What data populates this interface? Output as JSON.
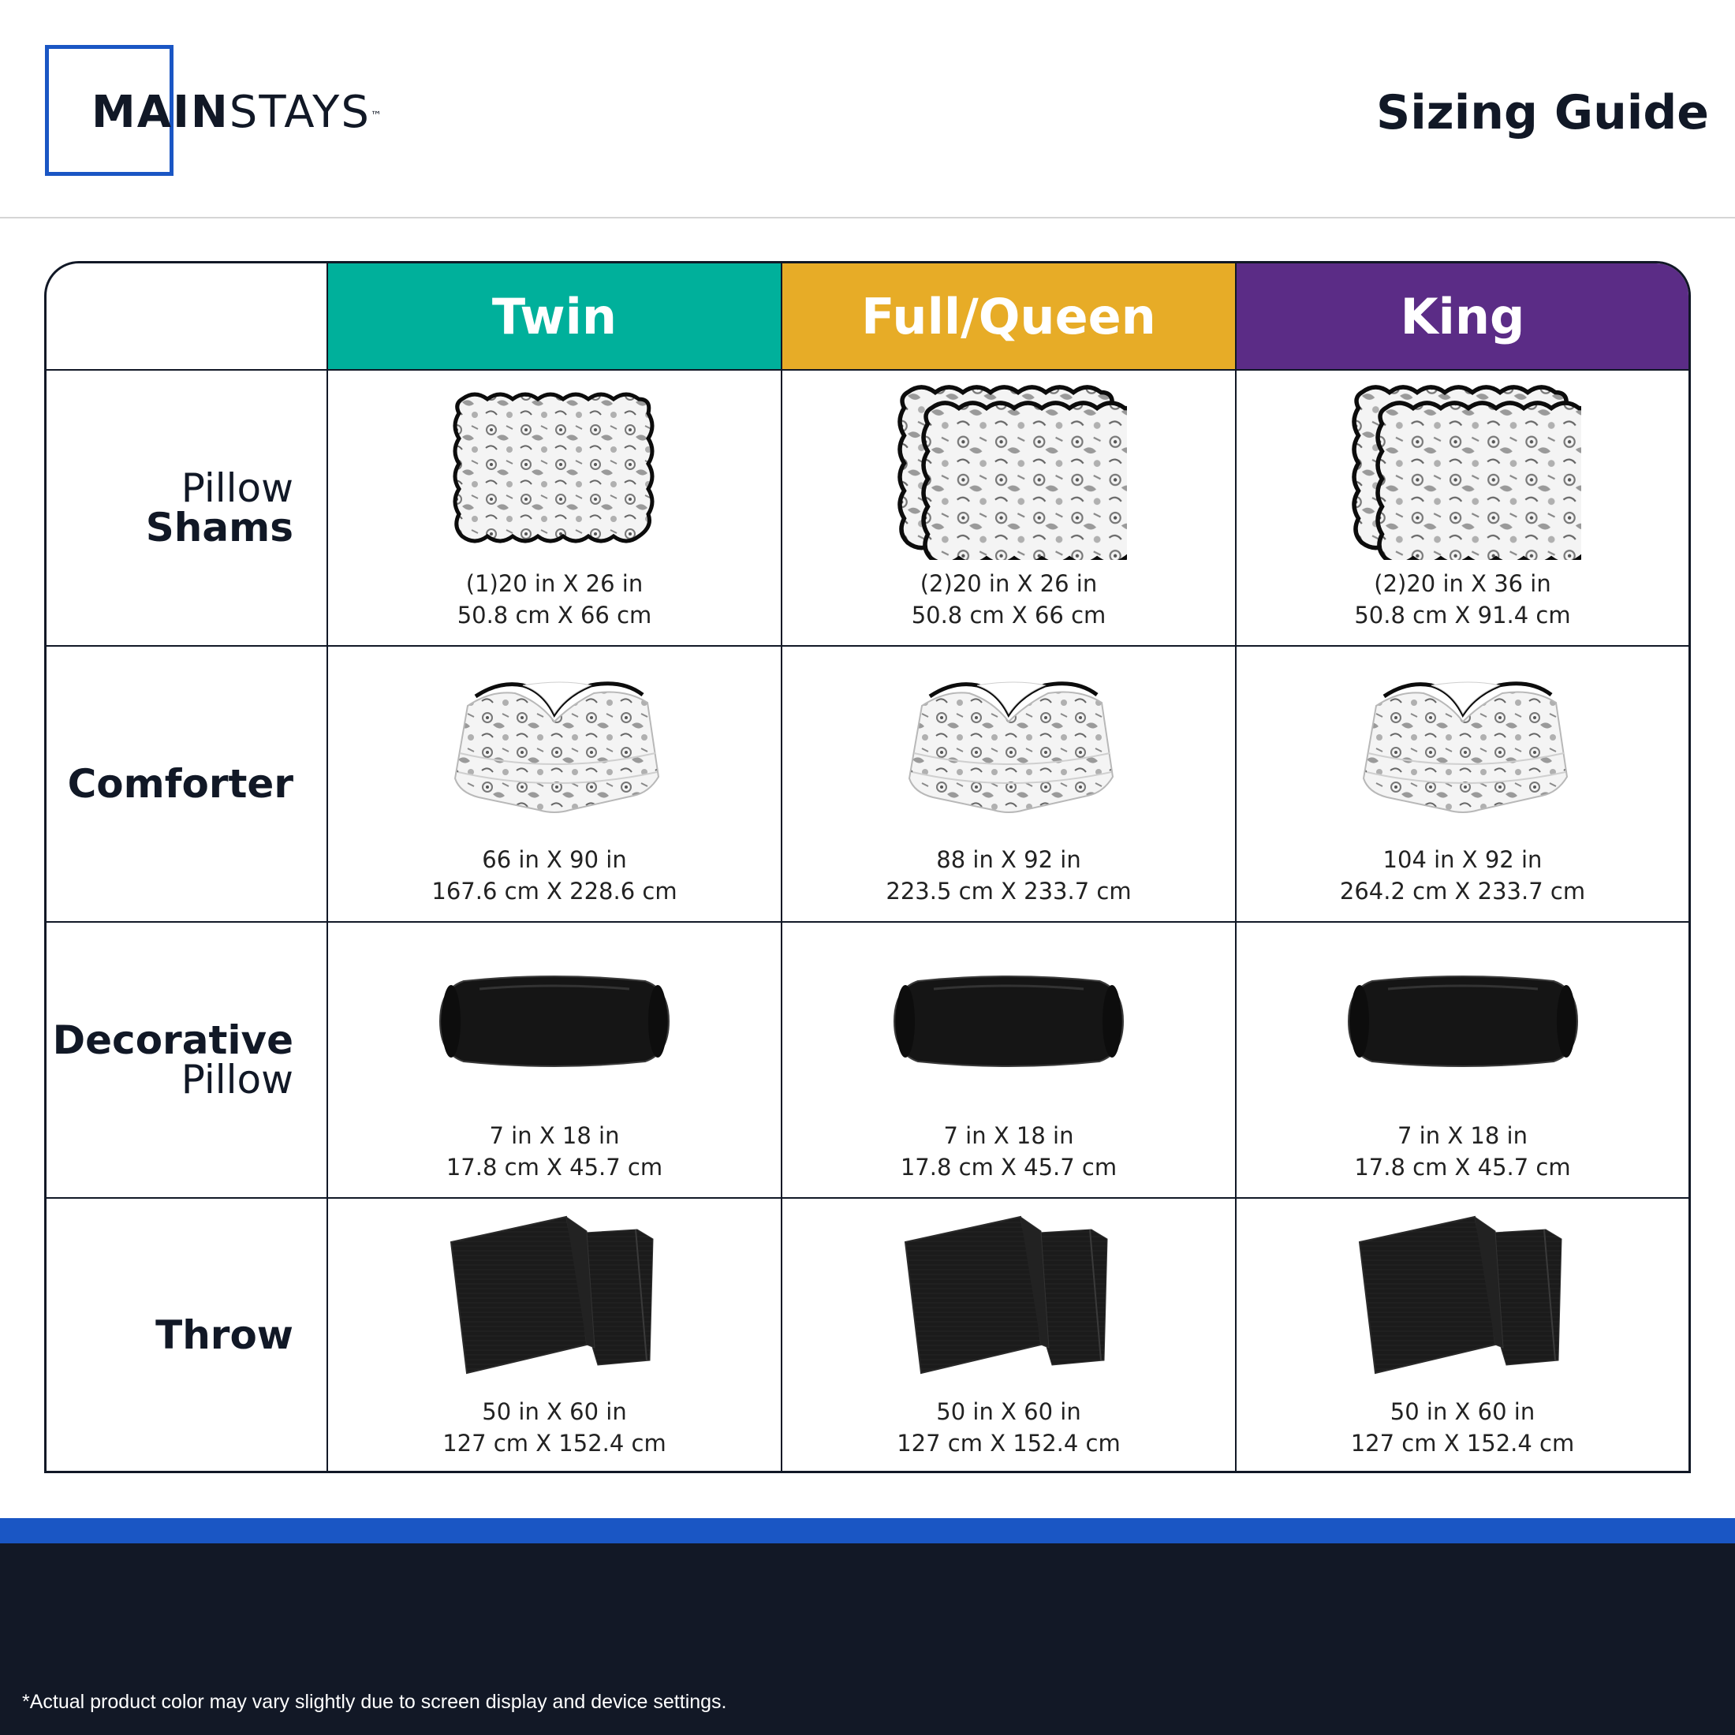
{
  "header": {
    "brand_main": "MAIN",
    "brand_rest": "STAYS",
    "brand_tm": "™",
    "title": "Sizing Guide"
  },
  "colors": {
    "brand_blue": "#1a56c4",
    "twin": "#00b09b",
    "full_queen": "#e7ac27",
    "king": "#5b2c86",
    "footer_dark": "#121826"
  },
  "sizes": [
    {
      "label": "Twin",
      "color": "#00b09b"
    },
    {
      "label": "Full/Queen",
      "color": "#e7ac27"
    },
    {
      "label": "King",
      "color": "#5b2c86"
    }
  ],
  "rows": [
    {
      "label_line1": "Pillow",
      "label_line2": "Shams",
      "icon": "pillow-sham-icon",
      "cells": [
        {
          "line1": "(1)20 in X 26 in",
          "line2": "50.8 cm X 66 cm"
        },
        {
          "line1": "(2)20 in X 26 in",
          "line2": "50.8 cm X 66 cm"
        },
        {
          "line1": "(2)20 in X 36 in",
          "line2": "50.8 cm X 91.4 cm"
        }
      ]
    },
    {
      "label_line1": "Comforter",
      "icon": "comforter-icon",
      "cells": [
        {
          "line1": "66 in X 90 in",
          "line2": "167.6 cm X 228.6 cm"
        },
        {
          "line1": "88 in X 92 in",
          "line2": "223.5 cm X 233.7 cm"
        },
        {
          "line1": "104 in X 92 in",
          "line2": "264.2 cm X 233.7 cm"
        }
      ]
    },
    {
      "label_line1": "Decorative",
      "label_line2": "Pillow",
      "icon": "bolster-pillow-icon",
      "cells": [
        {
          "line1": "7 in X 18 in",
          "line2": "17.8 cm X 45.7 cm"
        },
        {
          "line1": "7 in X 18 in",
          "line2": "17.8 cm X 45.7 cm"
        },
        {
          "line1": "7 in X 18 in",
          "line2": "17.8 cm X 45.7 cm"
        }
      ]
    },
    {
      "label_line1": "Throw",
      "icon": "throw-blanket-icon",
      "cells": [
        {
          "line1": "50 in X 60 in",
          "line2": "127 cm X 152.4 cm"
        },
        {
          "line1": "50 in X 60 in",
          "line2": "127 cm X 152.4 cm"
        },
        {
          "line1": "50 in X 60 in",
          "line2": "127 cm X 152.4 cm"
        }
      ]
    }
  ],
  "footer": {
    "disclaimer": "*Actual product color may vary slightly due to screen display and device settings."
  }
}
